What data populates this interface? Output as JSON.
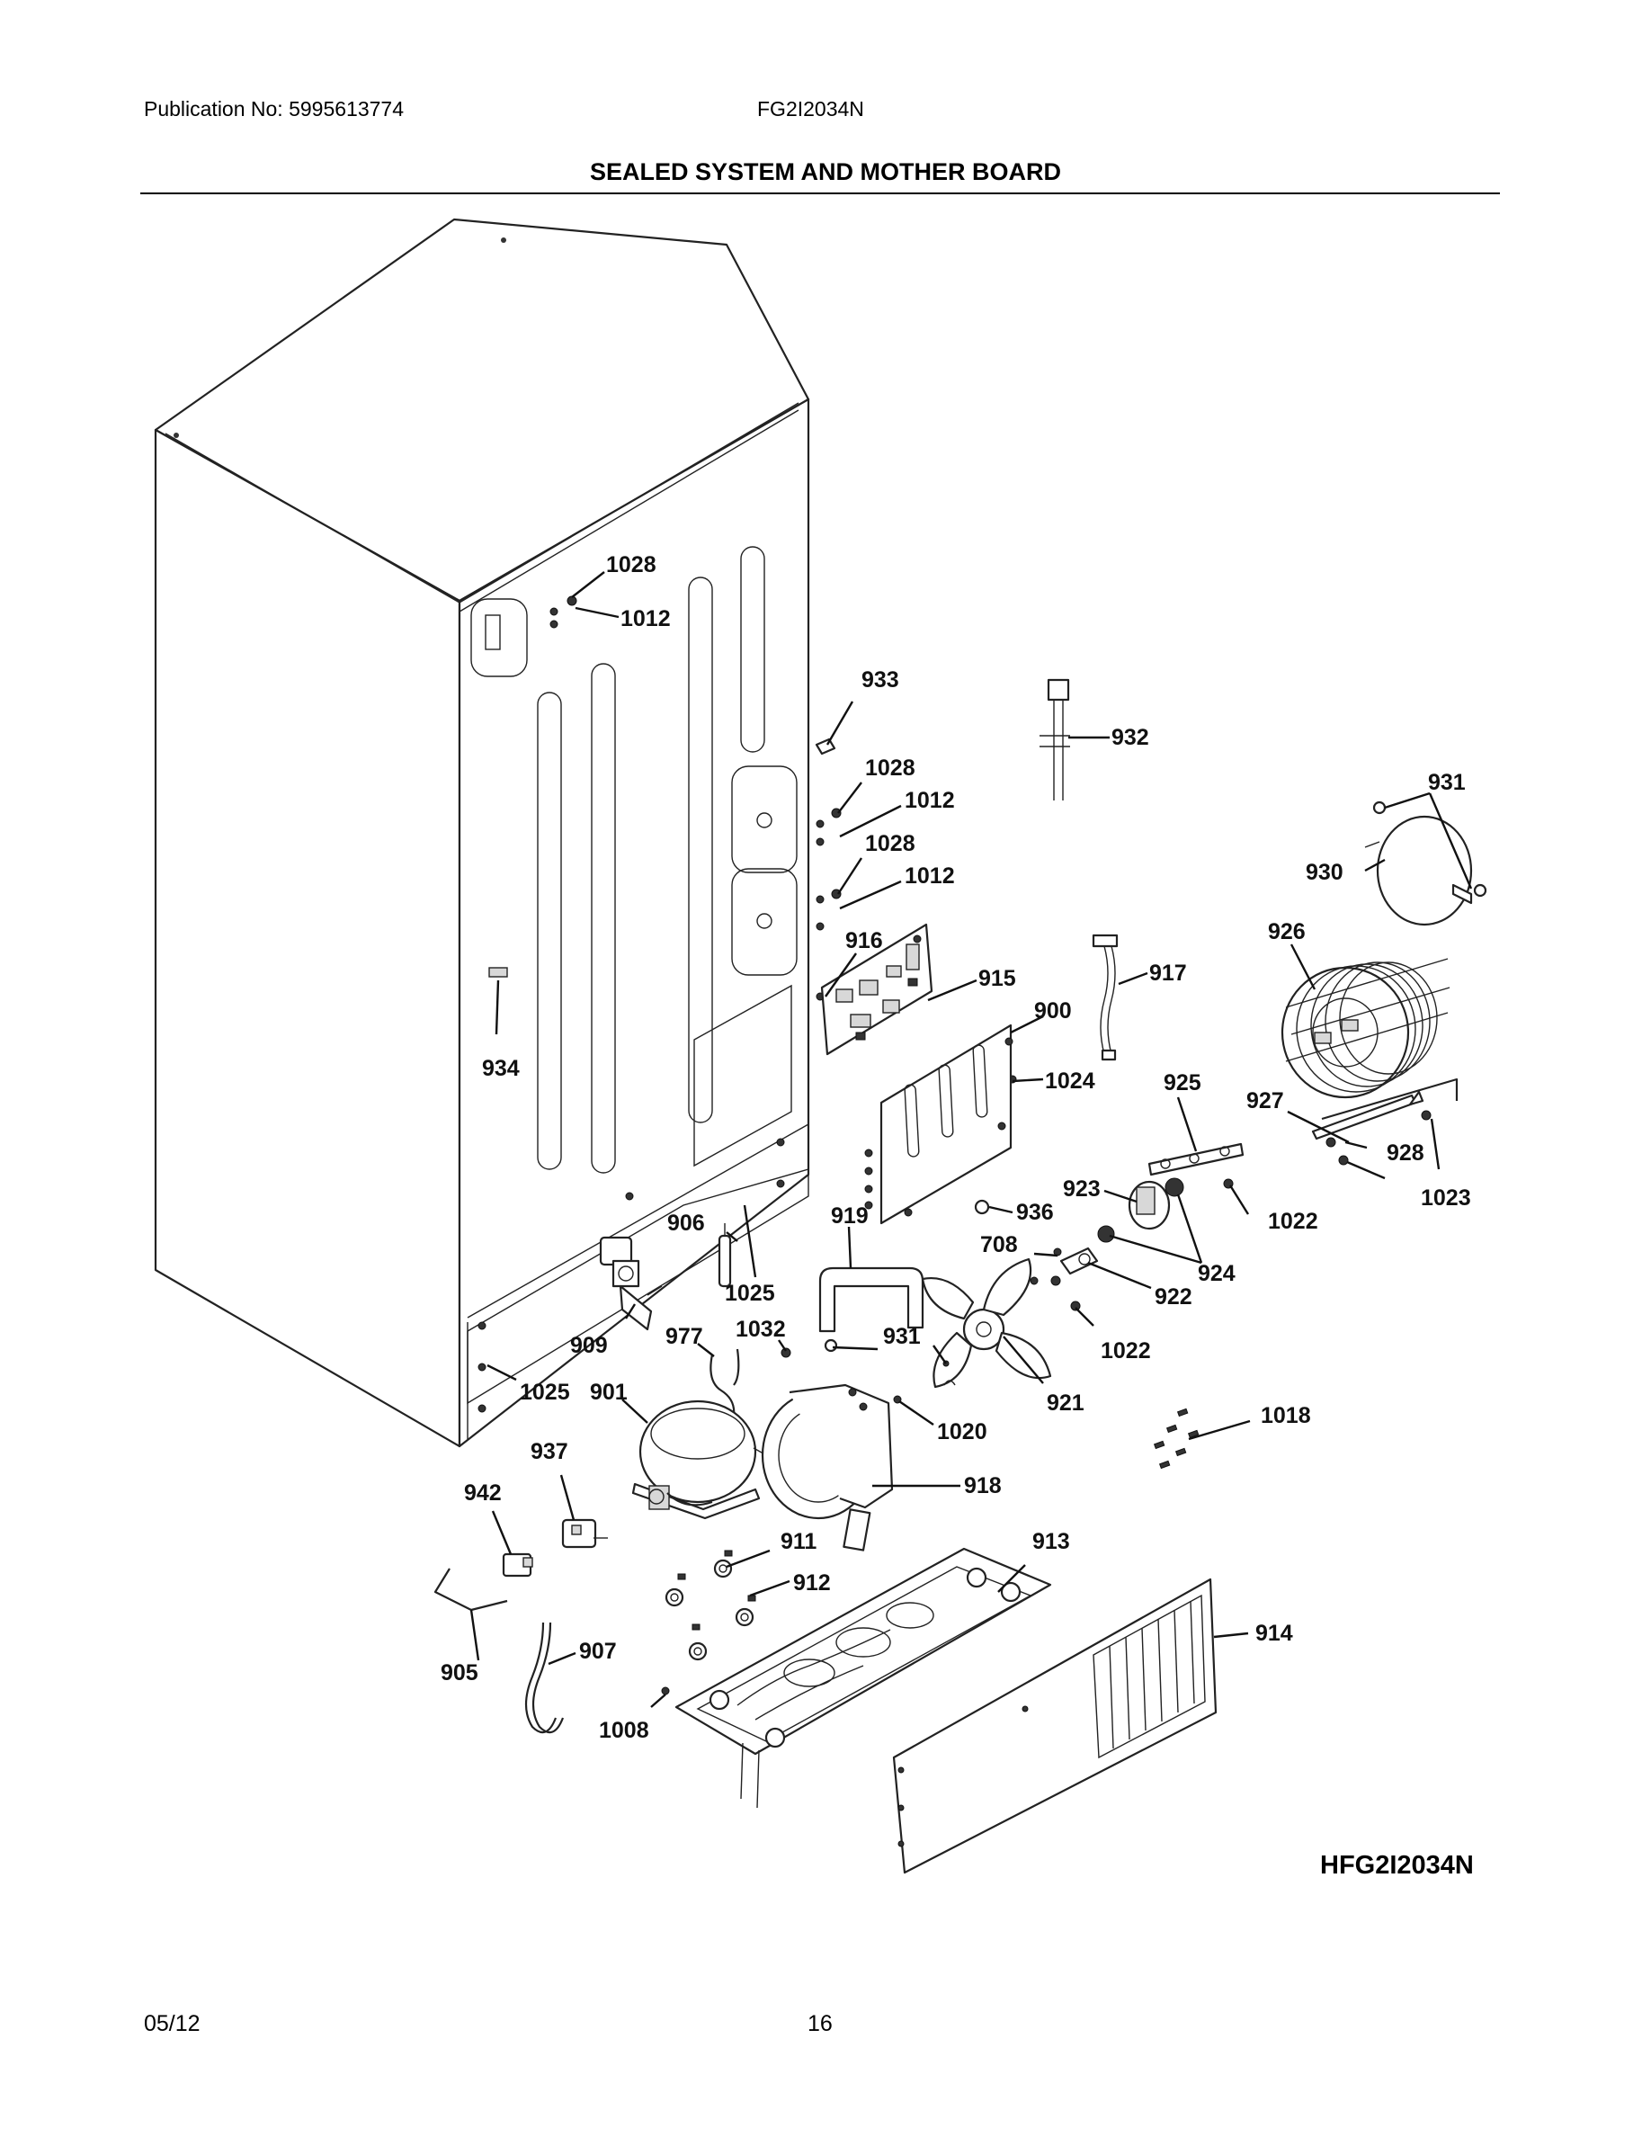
{
  "header": {
    "publication": "Publication No: 5995613774",
    "model": "FG2I2034N",
    "title": "SEALED SYSTEM AND MOTHER BOARD"
  },
  "diagram": {
    "callouts": [
      {
        "id": "1028a",
        "text": "1028"
      },
      {
        "id": "1012a",
        "text": "1012"
      },
      {
        "id": "933",
        "text": "933"
      },
      {
        "id": "932",
        "text": "932"
      },
      {
        "id": "1028b",
        "text": "1028"
      },
      {
        "id": "1012b",
        "text": "1012"
      },
      {
        "id": "931a",
        "text": "931"
      },
      {
        "id": "1028c",
        "text": "1028"
      },
      {
        "id": "1012c",
        "text": "1012"
      },
      {
        "id": "930",
        "text": "930"
      },
      {
        "id": "916",
        "text": "916"
      },
      {
        "id": "926",
        "text": "926"
      },
      {
        "id": "915",
        "text": "915"
      },
      {
        "id": "917",
        "text": "917"
      },
      {
        "id": "900",
        "text": "900"
      },
      {
        "id": "934",
        "text": "934"
      },
      {
        "id": "1024",
        "text": "1024"
      },
      {
        "id": "925",
        "text": "925"
      },
      {
        "id": "927",
        "text": "927"
      },
      {
        "id": "928",
        "text": "928"
      },
      {
        "id": "923",
        "text": "923"
      },
      {
        "id": "1023",
        "text": "1023"
      },
      {
        "id": "936",
        "text": "936"
      },
      {
        "id": "906",
        "text": "906"
      },
      {
        "id": "919",
        "text": "919"
      },
      {
        "id": "1022a",
        "text": "1022"
      },
      {
        "id": "708",
        "text": "708"
      },
      {
        "id": "924",
        "text": "924"
      },
      {
        "id": "1025a",
        "text": "1025"
      },
      {
        "id": "922",
        "text": "922"
      },
      {
        "id": "909",
        "text": "909"
      },
      {
        "id": "977",
        "text": "977"
      },
      {
        "id": "1032",
        "text": "1032"
      },
      {
        "id": "931b",
        "text": "931"
      },
      {
        "id": "1022b",
        "text": "1022"
      },
      {
        "id": "1025b",
        "text": "1025"
      },
      {
        "id": "901",
        "text": "901"
      },
      {
        "id": "921",
        "text": "921"
      },
      {
        "id": "1018",
        "text": "1018"
      },
      {
        "id": "1020",
        "text": "1020"
      },
      {
        "id": "937",
        "text": "937"
      },
      {
        "id": "942",
        "text": "942"
      },
      {
        "id": "918",
        "text": "918"
      },
      {
        "id": "911",
        "text": "911"
      },
      {
        "id": "913",
        "text": "913"
      },
      {
        "id": "912",
        "text": "912"
      },
      {
        "id": "914",
        "text": "914"
      },
      {
        "id": "907",
        "text": "907"
      },
      {
        "id": "905",
        "text": "905"
      },
      {
        "id": "1008",
        "text": "1008"
      }
    ]
  },
  "drawing_ref": "HFG2I2034N",
  "footer": {
    "date": "05/12",
    "page": "16"
  }
}
